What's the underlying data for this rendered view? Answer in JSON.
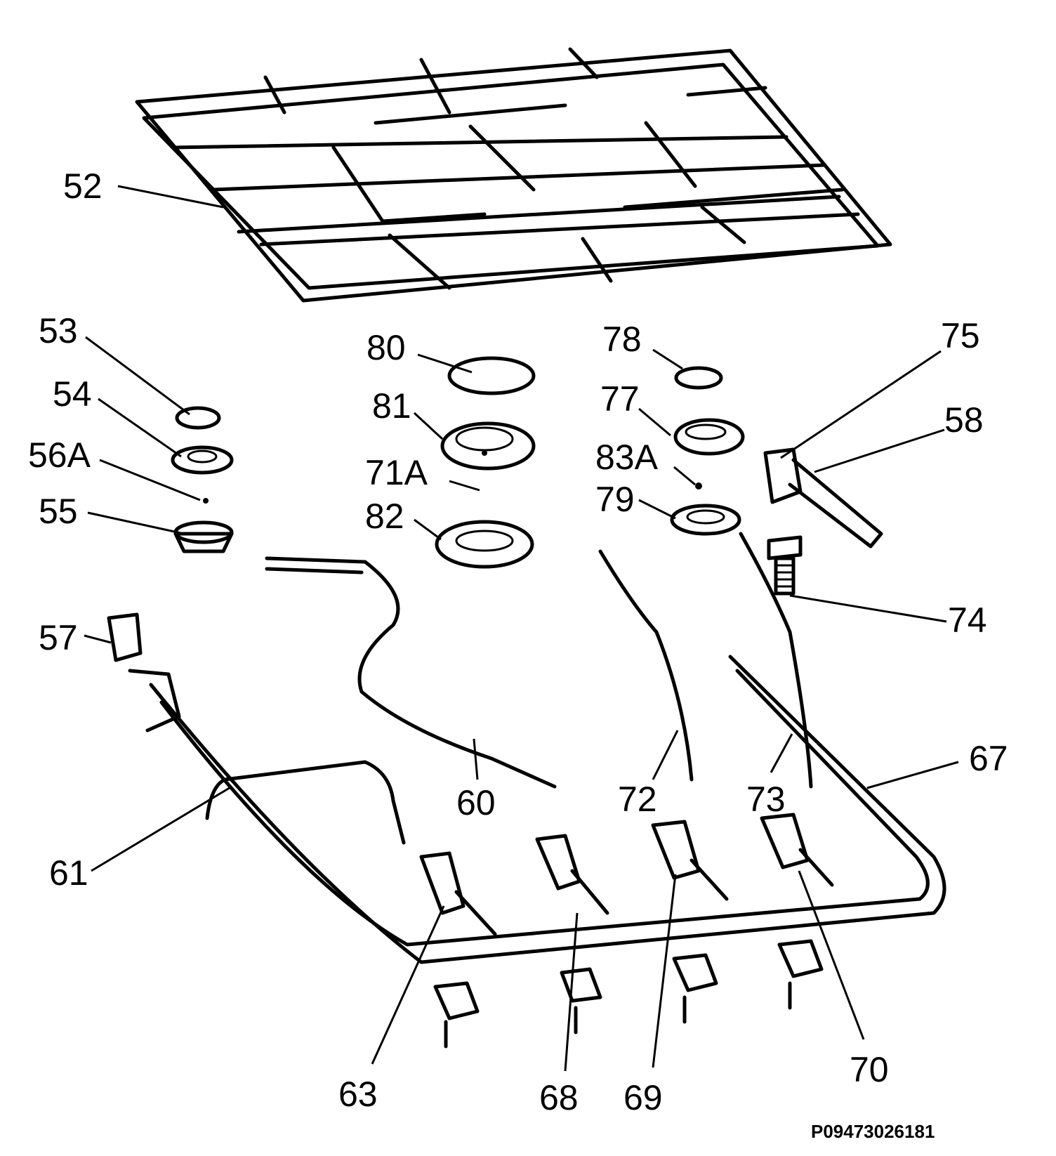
{
  "callouts": [
    {
      "id": "52",
      "text": "52"
    },
    {
      "id": "53",
      "text": "53"
    },
    {
      "id": "54",
      "text": "54"
    },
    {
      "id": "56A",
      "text": "56A"
    },
    {
      "id": "55",
      "text": "55"
    },
    {
      "id": "80",
      "text": "80"
    },
    {
      "id": "81",
      "text": "81"
    },
    {
      "id": "71A",
      "text": "71A"
    },
    {
      "id": "82",
      "text": "82"
    },
    {
      "id": "78",
      "text": "78"
    },
    {
      "id": "77",
      "text": "77"
    },
    {
      "id": "83A",
      "text": "83A"
    },
    {
      "id": "79",
      "text": "79"
    },
    {
      "id": "75",
      "text": "75"
    },
    {
      "id": "58",
      "text": "58"
    },
    {
      "id": "74",
      "text": "74"
    },
    {
      "id": "57",
      "text": "57"
    },
    {
      "id": "60",
      "text": "60"
    },
    {
      "id": "72",
      "text": "72"
    },
    {
      "id": "73",
      "text": "73"
    },
    {
      "id": "67",
      "text": "67"
    },
    {
      "id": "61",
      "text": "61"
    },
    {
      "id": "63",
      "text": "63"
    },
    {
      "id": "68",
      "text": "68"
    },
    {
      "id": "69",
      "text": "69"
    },
    {
      "id": "70",
      "text": "70"
    }
  ],
  "drawing_code": "P09473026181",
  "line_color": "#000000",
  "background_color": "#ffffff"
}
